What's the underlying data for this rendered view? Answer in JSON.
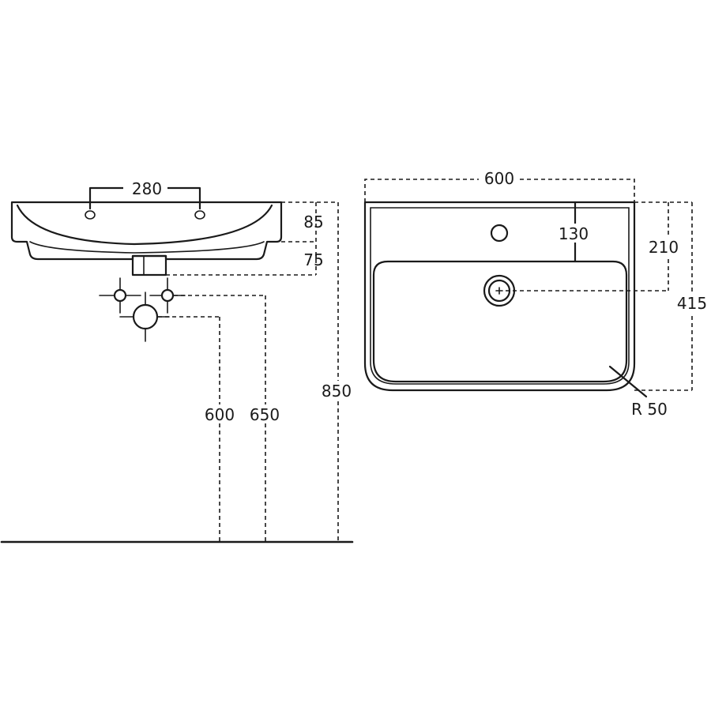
{
  "side_view": {
    "tap_spacing": "280",
    "rim_depth": "85",
    "bowl_depth": "75",
    "waste_height": "600",
    "supply_height": "650",
    "rim_height": "850"
  },
  "top_view": {
    "width": "600",
    "tap_offset": "130",
    "waste_offset": "210",
    "depth": "415",
    "corner_radius": "R 50"
  }
}
